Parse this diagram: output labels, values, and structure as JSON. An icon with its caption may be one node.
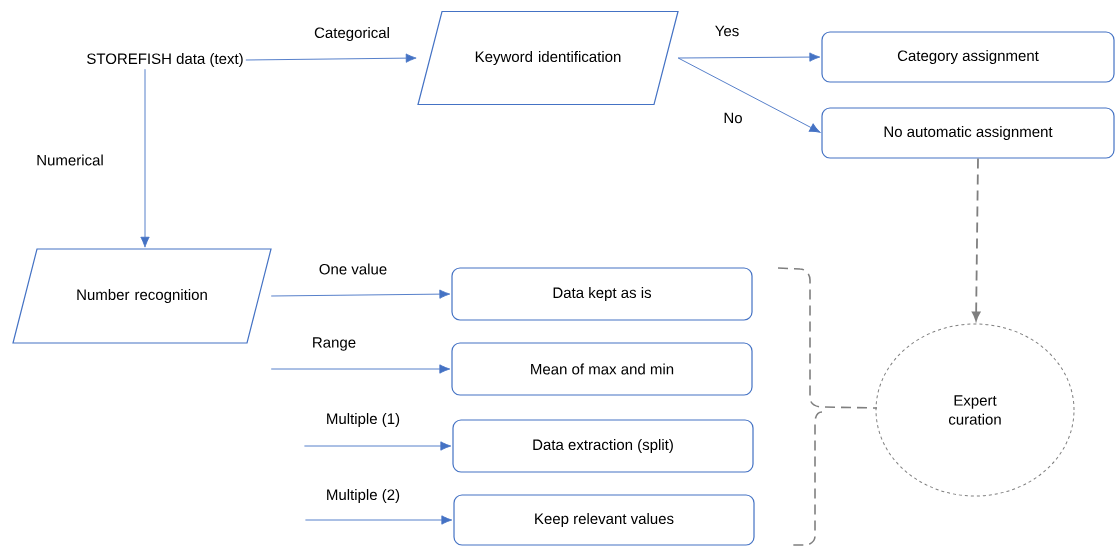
{
  "diagram": {
    "nodes": [
      {
        "text": [
          "STOREFISH data (text)"
        ]
      },
      {
        "text": [
          "Keyword identification"
        ]
      },
      {
        "text": [
          "Category assignment"
        ]
      },
      {
        "text": [
          "No automatic assignment"
        ]
      },
      {
        "text": [
          "Number recognition"
        ]
      },
      {
        "text": [
          "Data kept as is"
        ]
      },
      {
        "text": [
          "Mean of max and min"
        ]
      },
      {
        "text": [
          "Data extraction (split)"
        ]
      },
      {
        "text": [
          "Keep relevant values"
        ]
      },
      {
        "text": [
          "Expert curation"
        ]
      }
    ],
    "edges": [
      {
        "from": 0,
        "to": 1,
        "arrow": "to",
        "label": "Categorical"
      },
      {
        "from": 0,
        "to": 4,
        "arrow": "to",
        "label": "Numerical"
      },
      {
        "from": 1,
        "to": 2,
        "arrow": "to",
        "label": "Yes"
      },
      {
        "from": 1,
        "to": 3,
        "arrow": "to",
        "label": "No"
      },
      {
        "from": 3,
        "to": 9,
        "arrow": "to",
        "style": "dashed",
        "color": "#7f7f7f"
      },
      {
        "from": 4,
        "to": 5,
        "arrow": "to",
        "label": "One value"
      },
      {
        "from": 4,
        "to": 6,
        "arrow": "to",
        "label": "Range"
      },
      {
        "from": null,
        "to": 7,
        "arrow": "to",
        "label": "Multiple (1)"
      },
      {
        "from": null,
        "to": 8,
        "arrow": "to",
        "label": "Multiple (2)"
      }
    ]
  }
}
